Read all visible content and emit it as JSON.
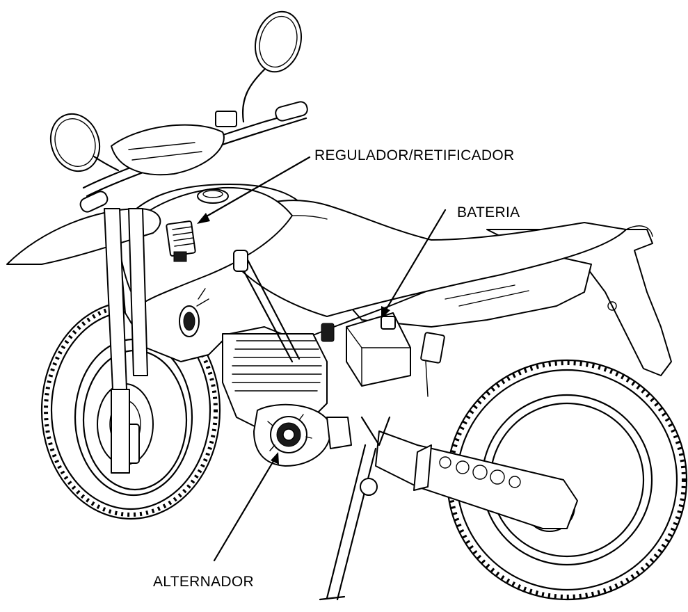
{
  "diagram": {
    "labels": {
      "regulator": "REGULADOR/RETIFICADOR",
      "battery": "BATERIA",
      "alternator": "ALTERNADOR"
    },
    "colors": {
      "line": "#000000",
      "background": "#ffffff"
    }
  }
}
